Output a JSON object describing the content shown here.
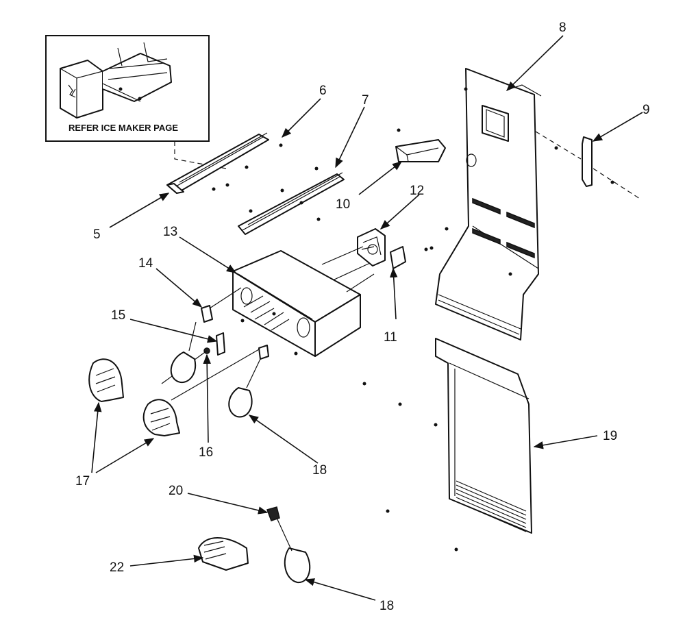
{
  "inset": {
    "label": "REFER ICE MAKER PAGE"
  },
  "callouts": [
    {
      "id": "5",
      "text": "5"
    },
    {
      "id": "6",
      "text": "6"
    },
    {
      "id": "7",
      "text": "7"
    },
    {
      "id": "8",
      "text": "8"
    },
    {
      "id": "9",
      "text": "9"
    },
    {
      "id": "10",
      "text": "10"
    },
    {
      "id": "11",
      "text": "11"
    },
    {
      "id": "12",
      "text": "12"
    },
    {
      "id": "13",
      "text": "13"
    },
    {
      "id": "14",
      "text": "14"
    },
    {
      "id": "15",
      "text": "15"
    },
    {
      "id": "16",
      "text": "16"
    },
    {
      "id": "17",
      "text": "17"
    },
    {
      "id": "18a",
      "text": "18"
    },
    {
      "id": "18b",
      "text": "18"
    },
    {
      "id": "19",
      "text": "19"
    },
    {
      "id": "20",
      "text": "20"
    },
    {
      "id": "22",
      "text": "22"
    }
  ]
}
